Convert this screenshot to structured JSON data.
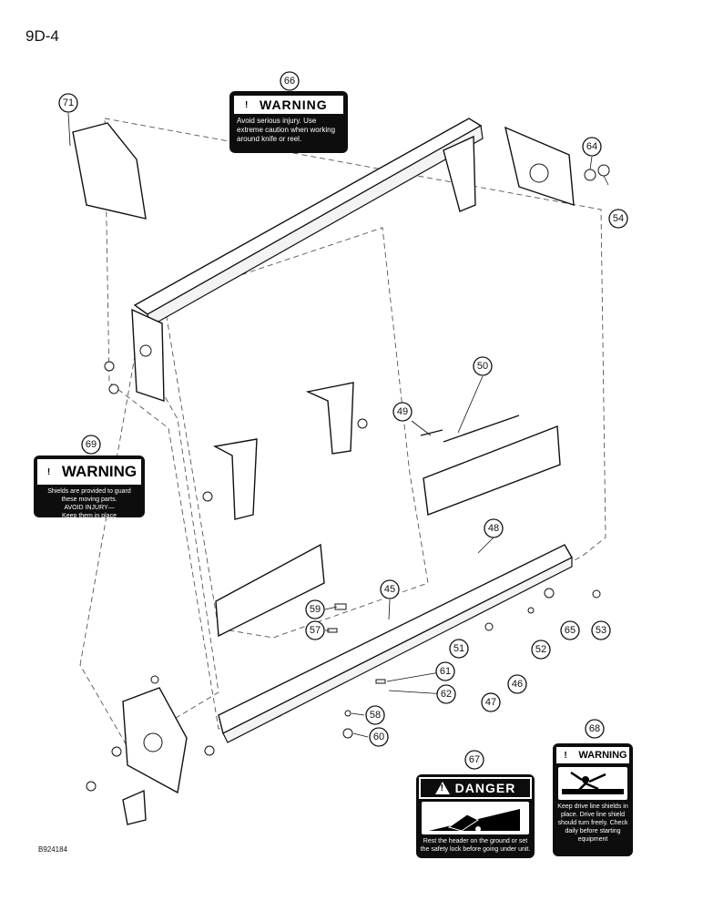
{
  "header": {
    "page_ref": "9D-4"
  },
  "footer": {
    "drawing_code": "B924184"
  },
  "callouts": [
    {
      "id": "66",
      "label": "66"
    },
    {
      "id": "71",
      "label": "71"
    },
    {
      "id": "64",
      "label": "64"
    },
    {
      "id": "54",
      "label": "54"
    },
    {
      "id": "50",
      "label": "50"
    },
    {
      "id": "49",
      "label": "49"
    },
    {
      "id": "69",
      "label": "69"
    },
    {
      "id": "48",
      "label": "48"
    },
    {
      "id": "45",
      "label": "45"
    },
    {
      "id": "59",
      "label": "59"
    },
    {
      "id": "57",
      "label": "57"
    },
    {
      "id": "65",
      "label": "65"
    },
    {
      "id": "53",
      "label": "53"
    },
    {
      "id": "52",
      "label": "52"
    },
    {
      "id": "51",
      "label": "51"
    },
    {
      "id": "61",
      "label": "61"
    },
    {
      "id": "62",
      "label": "62"
    },
    {
      "id": "46",
      "label": "46"
    },
    {
      "id": "47",
      "label": "47"
    },
    {
      "id": "58",
      "label": "58"
    },
    {
      "id": "60",
      "label": "60"
    },
    {
      "id": "68",
      "label": "68"
    },
    {
      "id": "67",
      "label": "67"
    }
  ],
  "decals": {
    "warning_66": {
      "heading": "WARNING",
      "lines": [
        "Avoid serious injury. Use",
        "extreme caution when working",
        "around knife or reel."
      ]
    },
    "warning_69": {
      "heading": "WARNING",
      "lines": [
        "Shields are provided to guard",
        "these moving parts.",
        "AVOID INJURY—",
        "Keep them in place"
      ]
    },
    "danger_67": {
      "heading": "DANGER",
      "lines": [
        "Rest the header on the ground or set",
        "the safety lock before going under unit."
      ]
    },
    "warning_68": {
      "heading": "WARNING",
      "lines": [
        "Keep drive line shields in",
        "place. Drive line shield",
        "should turn freely. Check",
        "daily before starting",
        "equipment"
      ]
    }
  }
}
